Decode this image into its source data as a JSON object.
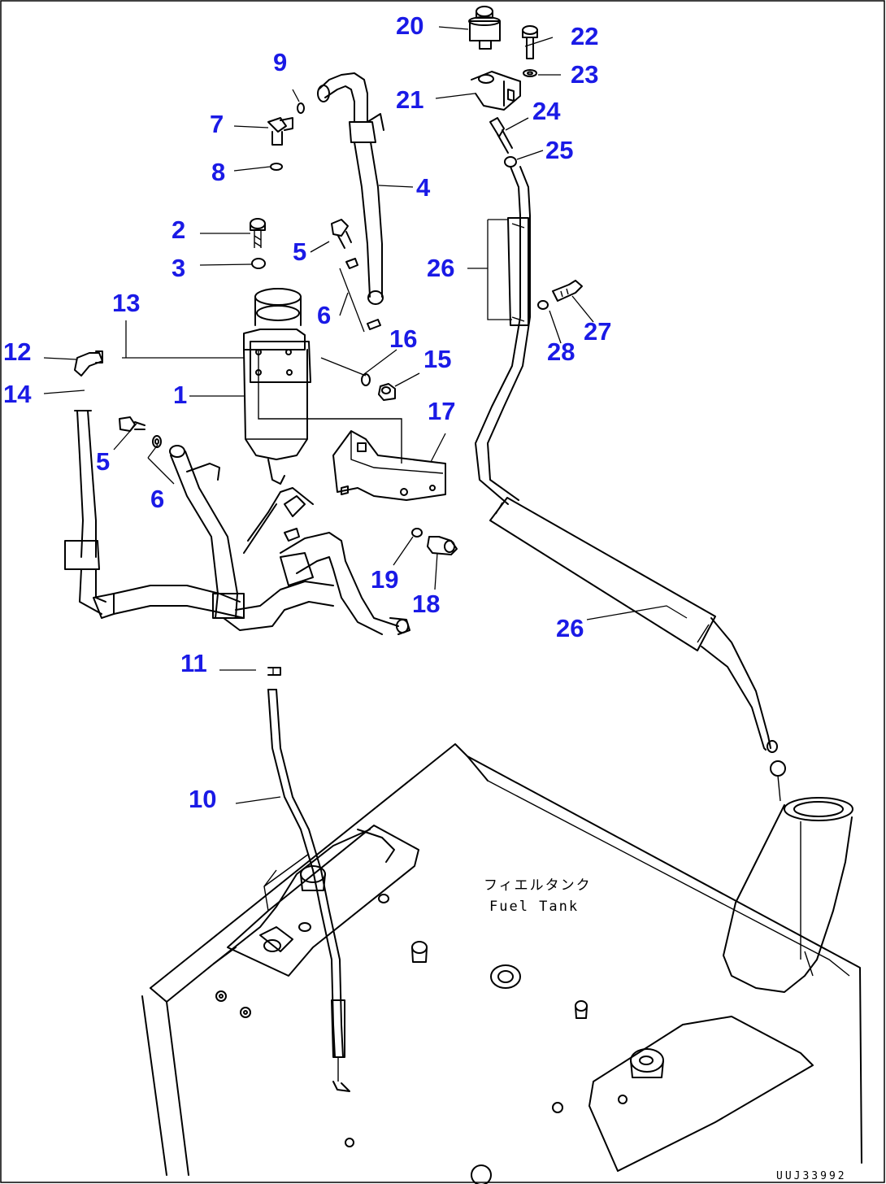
{
  "diagram": {
    "callouts": [
      {
        "id": "c1",
        "label": "1"
      },
      {
        "id": "c2",
        "label": "2"
      },
      {
        "id": "c3",
        "label": "3"
      },
      {
        "id": "c4",
        "label": "4"
      },
      {
        "id": "c5a",
        "label": "5"
      },
      {
        "id": "c5b",
        "label": "5"
      },
      {
        "id": "c6a",
        "label": "6"
      },
      {
        "id": "c6b",
        "label": "6"
      },
      {
        "id": "c7",
        "label": "7"
      },
      {
        "id": "c8",
        "label": "8"
      },
      {
        "id": "c9",
        "label": "9"
      },
      {
        "id": "c10",
        "label": "10"
      },
      {
        "id": "c11",
        "label": "11"
      },
      {
        "id": "c12",
        "label": "12"
      },
      {
        "id": "c13",
        "label": "13"
      },
      {
        "id": "c14",
        "label": "14"
      },
      {
        "id": "c15",
        "label": "15"
      },
      {
        "id": "c16",
        "label": "16"
      },
      {
        "id": "c17",
        "label": "17"
      },
      {
        "id": "c18",
        "label": "18"
      },
      {
        "id": "c19",
        "label": "19"
      },
      {
        "id": "c20",
        "label": "20"
      },
      {
        "id": "c21",
        "label": "21"
      },
      {
        "id": "c22",
        "label": "22"
      },
      {
        "id": "c23",
        "label": "23"
      },
      {
        "id": "c24",
        "label": "24"
      },
      {
        "id": "c25",
        "label": "25"
      },
      {
        "id": "c26a",
        "label": "26"
      },
      {
        "id": "c26b",
        "label": "26"
      },
      {
        "id": "c27",
        "label": "27"
      },
      {
        "id": "c28",
        "label": "28"
      }
    ],
    "tank_label_jp": "フィエルタンク",
    "tank_label_en": "Fuel Tank",
    "drawing_code": "UUJ33992",
    "callout_color": "#1a1ae6",
    "line_color": "#000000"
  }
}
